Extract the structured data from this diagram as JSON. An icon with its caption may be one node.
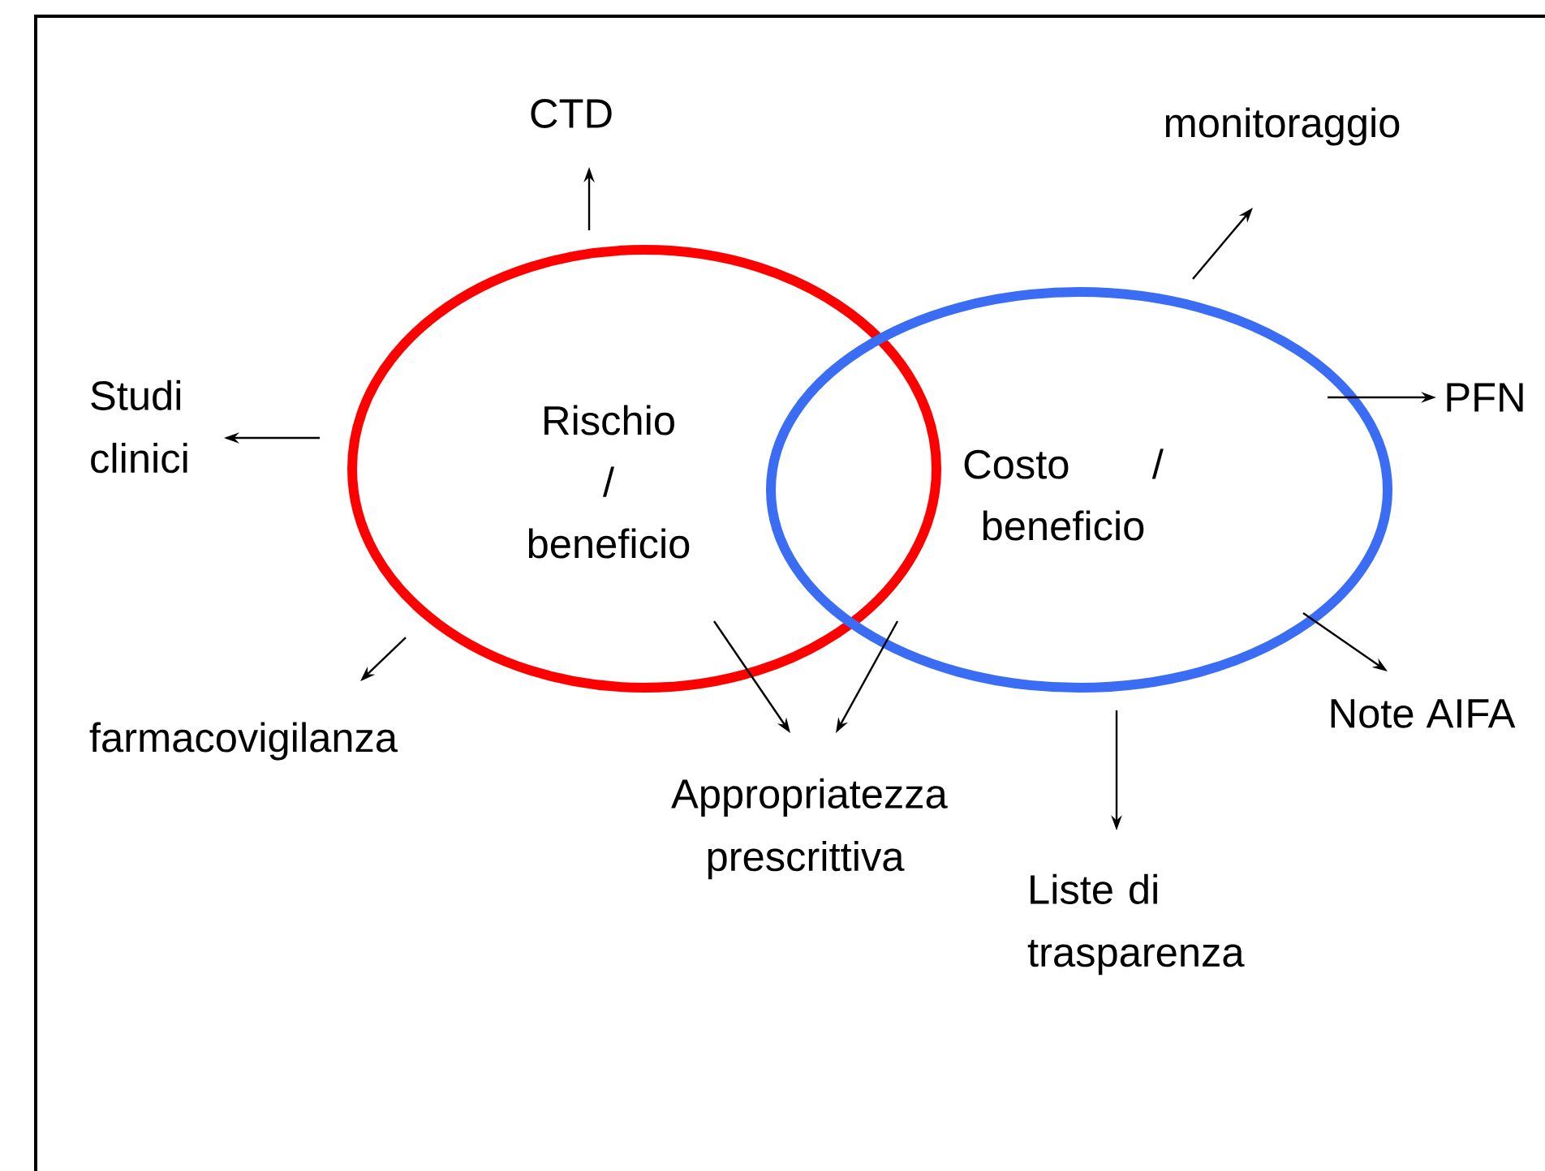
{
  "diagram": {
    "nodes": [
      {
        "text": [
          "Rischio / beneficio"
        ]
      },
      {
        "text": [
          "Costo / beneficio"
        ]
      },
      {
        "text": [
          "CTD"
        ]
      },
      {
        "text": [
          "monitoraggio"
        ]
      },
      {
        "text": [
          "Studi clinici"
        ]
      },
      {
        "text": [
          "PFN"
        ]
      },
      {
        "text": [
          "farmacovigilanza"
        ]
      },
      {
        "text": [
          "Appropriatezza prescrittiva"
        ]
      },
      {
        "text": [
          "Note AIFA"
        ]
      },
      {
        "text": [
          "Liste di trasparenza"
        ]
      }
    ],
    "edges": [
      {
        "from": 0,
        "to": 2,
        "arrow": "to"
      },
      {
        "from": 0,
        "to": 4,
        "arrow": "to"
      },
      {
        "from": 0,
        "to": 6,
        "arrow": "to"
      },
      {
        "from": 0,
        "to": 7,
        "arrow": "to"
      },
      {
        "from": 1,
        "to": 7,
        "arrow": "to"
      },
      {
        "from": 1,
        "to": 3,
        "arrow": "to"
      },
      {
        "from": 1,
        "to": 5,
        "arrow": "to"
      },
      {
        "from": 1,
        "to": 8,
        "arrow": "to"
      },
      {
        "from": 1,
        "to": 9,
        "arrow": "to"
      }
    ]
  }
}
